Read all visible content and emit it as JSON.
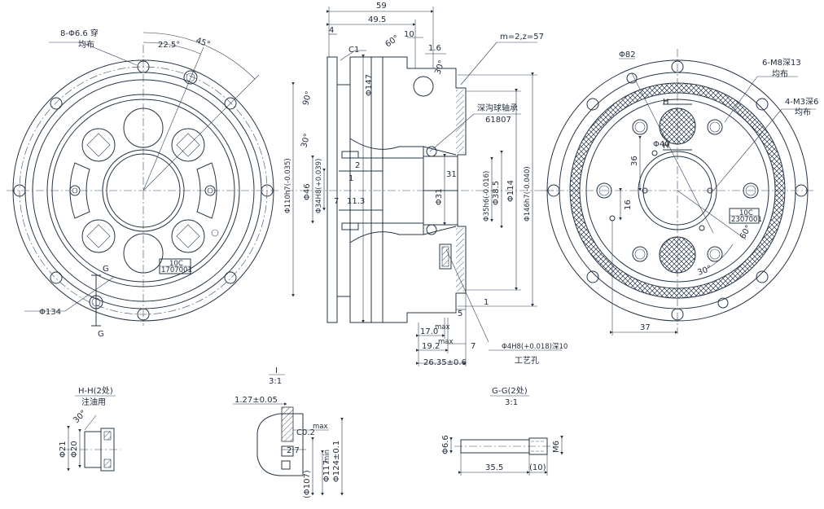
{
  "colors": {
    "line": "#263445",
    "background": "#ffffff",
    "hatch": "#263445"
  },
  "left_view": {
    "bolt_note": "8-Φ6.6 穿",
    "bolt_note2": "均布",
    "angle1": "22.5°",
    "angle2": "45°",
    "dia": "Φ134",
    "section_mark1": "G",
    "section_mark2": "G",
    "label_box_top": "10C",
    "label_box_bottom": "1707001"
  },
  "section_view": {
    "dims_top": [
      "59",
      "49.5",
      "10",
      "1.6",
      "4"
    ],
    "angle_top": "60°",
    "angle_30": "30°",
    "chamfer": "C1",
    "angle_90": "90°",
    "angle_30b": "30°",
    "dia_147": "Φ147",
    "dia_110": "Φ110h7(-0.035)",
    "dia_46": "Φ46",
    "dia_34": "Φ34H8(+0.039)",
    "d1": "1",
    "d2": "2",
    "d7": "7",
    "d113": "11.3",
    "d31": "31",
    "dia_31": "Φ31",
    "dia_35": "Φ35h6(-0.016)",
    "dia_385": "Φ38.5",
    "dia_114": "Φ114",
    "dia_146": "Φ146h7(-0.040)",
    "gear": "m=2,z=57",
    "bearing": "深沟球轴承",
    "bearing_no": "61807",
    "d5": "5",
    "d1b": "1",
    "d17": "17.0",
    "d192": "19.2",
    "max1": "max",
    "max2": "max",
    "d7b": "7",
    "d2635": "26.35±0.6",
    "hole_note": "Φ4H8(+0.018)深10",
    "hole_note2": "工艺孔"
  },
  "right_view": {
    "dia_82": "Φ82",
    "m8": "6-M8深13",
    "m8b": "均布",
    "m3": "4-M3深6",
    "m3b": "均布",
    "dia_40": "Φ40",
    "d36": "36",
    "d16": "16",
    "h1": "H",
    "h2": "H",
    "label_box_top": "10C",
    "label_box_bottom": "2307001",
    "ang60": "60°",
    "ang30": "30°",
    "d37": "37"
  },
  "detail_hh": {
    "title": "H-H(2处)",
    "subtitle": "注油用",
    "angle": "30°",
    "d21": "Φ21",
    "d20": "Φ20"
  },
  "detail_i": {
    "title": "I",
    "scale": "3:1",
    "d127": "1.27±0.05",
    "c02": "C0.2",
    "max": "max",
    "d27": "2.7",
    "d124": "Φ124±0.1",
    "d117": "Φ117",
    "min": "min",
    "d107": "(Φ107)"
  },
  "detail_gg": {
    "title": "G-G(2处)",
    "scale": "3:1",
    "d66": "Φ6.6",
    "m6": "M6",
    "d355": "35.5",
    "d10": "(10)"
  }
}
